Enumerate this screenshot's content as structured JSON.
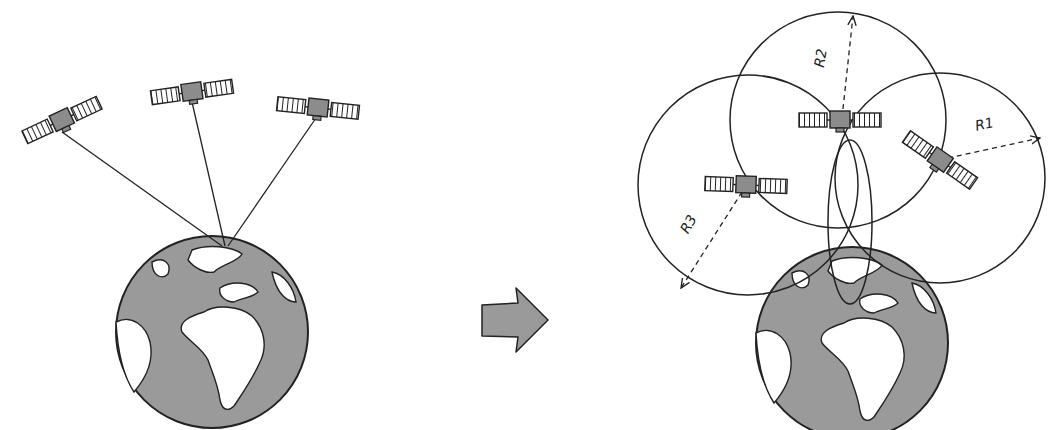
{
  "diagram": {
    "labels": [
      "R2",
      "R1",
      "R3"
    ]
  }
}
